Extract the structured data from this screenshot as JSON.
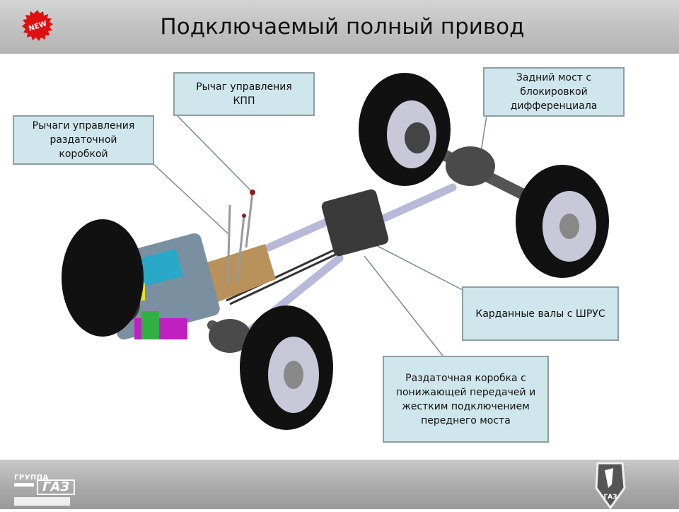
{
  "header": {
    "title": "Подключаемый полный привод",
    "badge_label": "NEW"
  },
  "callouts": [
    {
      "id": "gear-lever",
      "text": "Рычаг управления\nКПП"
    },
    {
      "id": "transfer-levers",
      "text": "Рычаги управления\nраздаточной\nкоробкой"
    },
    {
      "id": "rear-axle",
      "text": "Задний мост с\nблокировкой\nдифференциала"
    },
    {
      "id": "driveshafts",
      "text": "Карданные валы с ШРУС"
    },
    {
      "id": "transfer-case",
      "text": "Раздаточная коробка с\nпонижающей передачей и\nжестким подключением\nпереднего моста"
    }
  ],
  "footer": {
    "brand_prefix": "ГРУППА",
    "brand_name": "ГАЗ",
    "emblem_text": "ГАЗ"
  },
  "colors": {
    "callout_bg": "#cfe6ec",
    "callout_border": "#8f9ea3",
    "badge": "#e01010"
  }
}
